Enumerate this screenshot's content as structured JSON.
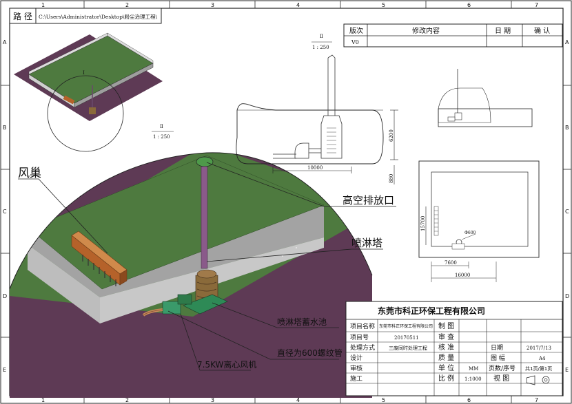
{
  "frame": {
    "top_numbers": [
      "1",
      "2",
      "3",
      "4",
      "5",
      "6",
      "7"
    ],
    "bottom_numbers": [
      "1",
      "2",
      "3",
      "4",
      "5",
      "6",
      "7"
    ],
    "left_letters": [
      "A",
      "B",
      "C",
      "D",
      "E"
    ],
    "right_letters": [
      "A",
      "B",
      "C",
      "D",
      "E"
    ]
  },
  "path_bar": {
    "label": "路 径",
    "value": "C:\\Users\\Administrator\\Desktop\\粉尘治理工程\\"
  },
  "revision_table": {
    "headers": [
      "版次",
      "修改内容",
      "日 期",
      "确 认"
    ],
    "row": [
      "V0",
      "",
      "",
      ""
    ]
  },
  "views": {
    "detail_label": "Ⅱ",
    "detail_scale_top": "1 : 250",
    "detail_scale_mid": "1 : 250",
    "section_mark": "Ⅰ"
  },
  "dimensions": {
    "elevation_width": "10000",
    "elevation_height": "6200",
    "elevation_base": "880",
    "plan_vertical": "15700",
    "plan_inner": "7600",
    "plan_outer": "16000",
    "diameter": "Φ600"
  },
  "callouts": {
    "fengchao": "风巢",
    "exhaust": "高空排放口",
    "spray_tower": "喷淋塔",
    "pool": "喷淋塔蓄水池",
    "pipe": "直径为600螺纹管",
    "fan": "7.5KW离心风机"
  },
  "title_block": {
    "company": "东莞市科正环保工程有限公司",
    "rows": [
      {
        "k1": "项目名称",
        "v1": "东莞市科正环保工程有限公司",
        "k2": "制 图",
        "v2": "",
        "k3": "",
        "v3": ""
      },
      {
        "k1": "项目号",
        "v1": "20170511",
        "k2": "审 查",
        "v2": "",
        "k3": "",
        "v3": ""
      },
      {
        "k1": "处理方式",
        "v1": "三废同时处理工程",
        "k2": "核 准",
        "v2": "",
        "k3": "日期",
        "v3": "2017/7/13"
      },
      {
        "k1": "设计",
        "v1": "",
        "k2": "质 量",
        "v2": "",
        "k3": "图 幅",
        "v3": "A4"
      },
      {
        "k1": "审核",
        "v1": "",
        "k2": "单 位",
        "v2": "MM",
        "k3": "页数/序号",
        "v3": "共1页/第1页"
      },
      {
        "k1": "施工",
        "v1": "",
        "k2": "比 例",
        "v2": "1:1000",
        "k3": "视 图",
        "v3": ""
      }
    ]
  }
}
